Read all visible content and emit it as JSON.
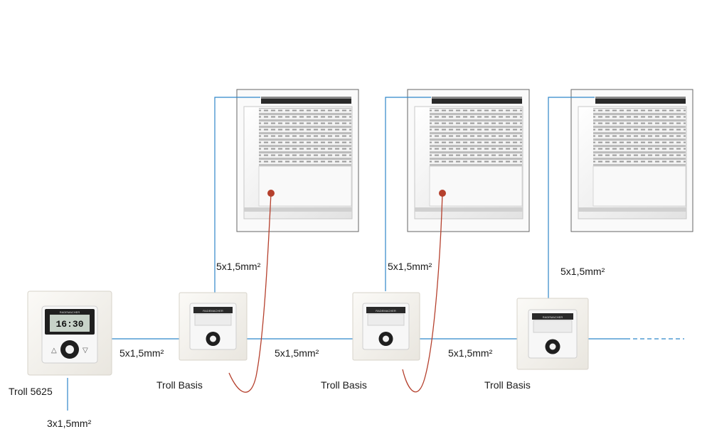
{
  "colors": {
    "wire": "#2f86c9",
    "sensor_cable": "#b5402d",
    "frame": "#f4f2ee",
    "shutter_slat": "#e8e8e8"
  },
  "devices": {
    "master": {
      "name": "Troll 5625",
      "brand": "RADEMACHER",
      "display_time": "16:30"
    },
    "slaves": [
      {
        "name": "Troll Basis",
        "brand": "RADEMACHER"
      },
      {
        "name": "Troll Basis",
        "brand": "RADEMACHER"
      },
      {
        "name": "Troll Basis",
        "brand": "RADEMACHER"
      }
    ]
  },
  "cables": {
    "mains": "3x1,5mm²",
    "bus": [
      "5x1,5mm²",
      "5x1,5mm²",
      "5x1,5mm²"
    ],
    "motor": [
      "5x1,5mm²",
      "5x1,5mm²",
      "5x1,5mm²"
    ]
  },
  "windows": [
    {
      "shutter": "roller-shutter",
      "has_sensor": true
    },
    {
      "shutter": "roller-shutter",
      "has_sensor": true
    },
    {
      "shutter": "roller-shutter",
      "has_sensor": false
    }
  ]
}
